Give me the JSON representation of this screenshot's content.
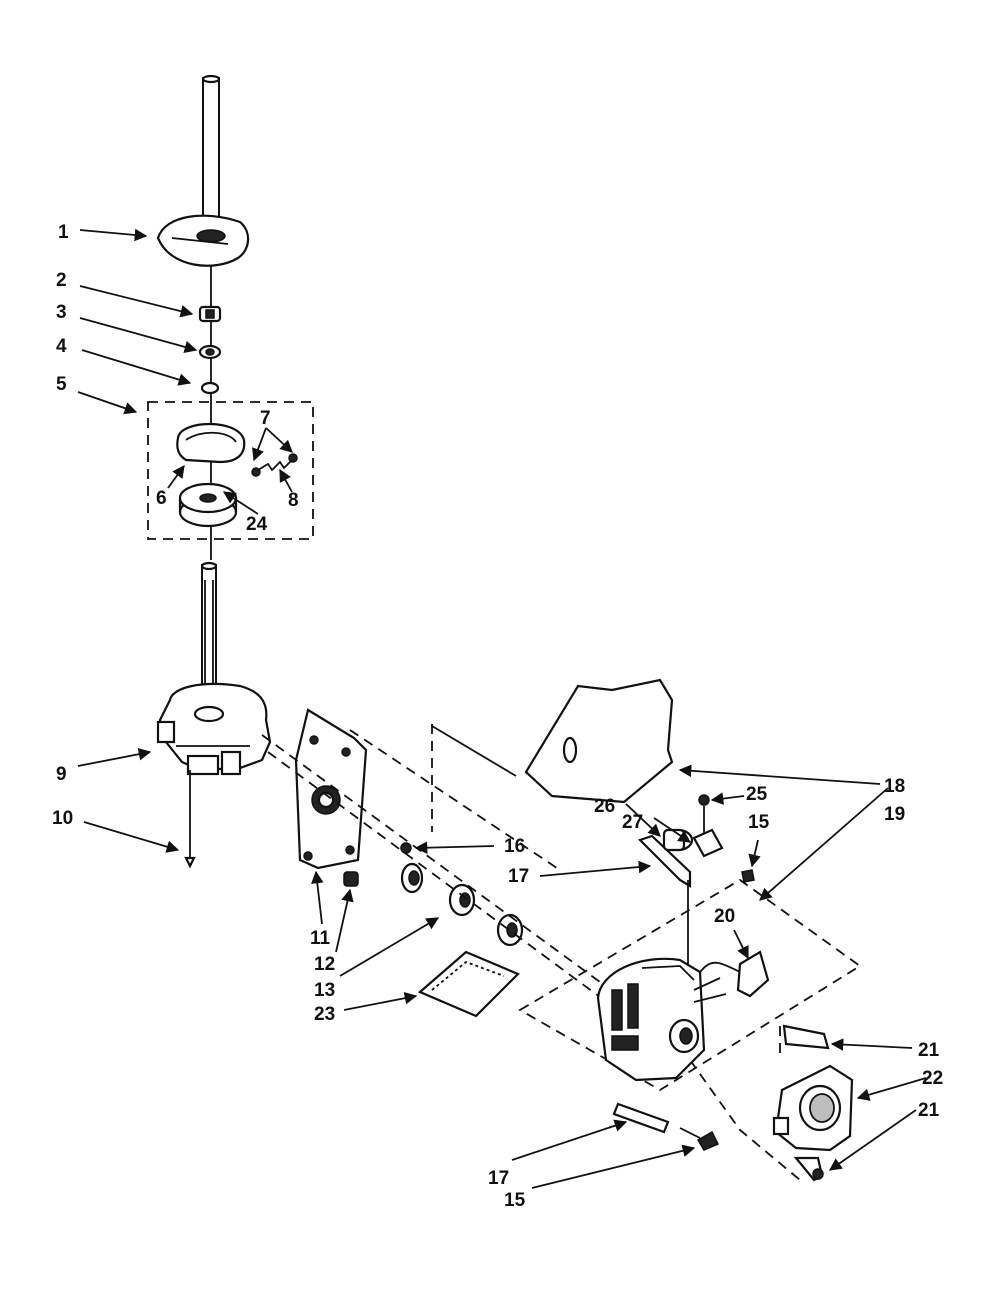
{
  "callouts": {
    "c1": "1",
    "c2": "2",
    "c3": "3",
    "c4": "4",
    "c5": "5",
    "c6": "6",
    "c7": "7",
    "c8": "8",
    "c24": "24",
    "c9": "9",
    "c10": "10",
    "c11": "11",
    "c12": "12",
    "c13": "13",
    "c23": "23",
    "c16": "16",
    "c17a": "17",
    "c18": "18",
    "c19": "19",
    "c25": "25",
    "c26": "26",
    "c27": "27",
    "c15a": "15",
    "c20": "20",
    "c21a": "21",
    "c22": "22",
    "c21b": "21",
    "c17b": "17",
    "c15b": "15"
  }
}
